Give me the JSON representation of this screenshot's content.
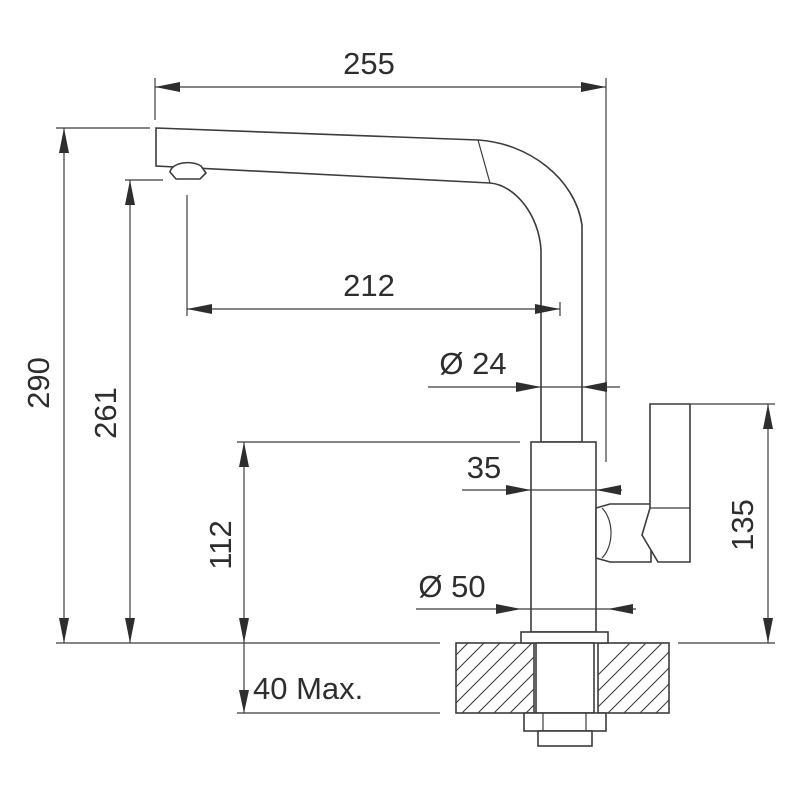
{
  "dimensions": {
    "total_width": "255",
    "spout_reach": "212",
    "spout_diameter": "Ø 24",
    "body_width": "35",
    "base_diameter": "Ø 50",
    "total_height": "290",
    "spout_height": "261",
    "body_height": "112",
    "handle_height": "135",
    "countertop_thickness": "40 Max."
  },
  "colors": {
    "line": "#3c3c3c",
    "background": "#ffffff"
  }
}
